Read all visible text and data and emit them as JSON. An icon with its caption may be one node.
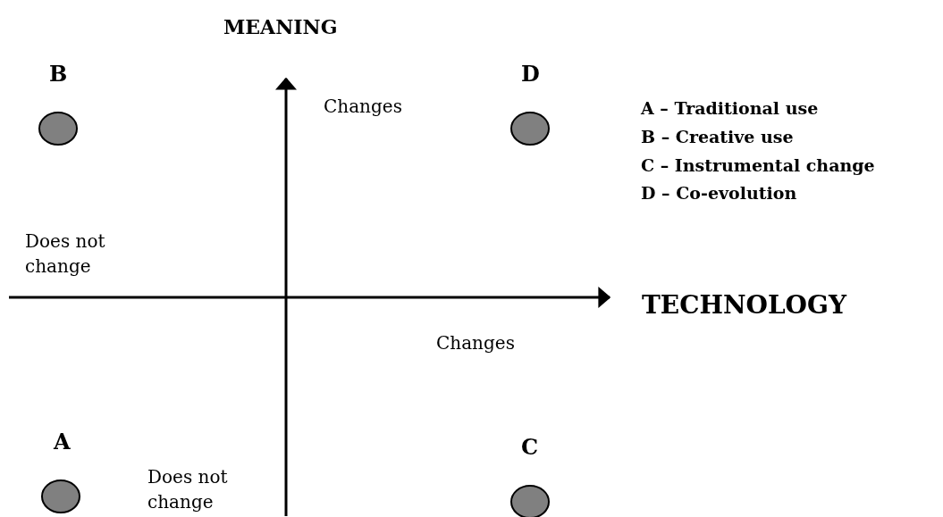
{
  "diagram": {
    "nodes": [
      {
        "text": [
          "B"
        ]
      },
      {
        "text": [
          "D"
        ]
      },
      {
        "text": [
          "A"
        ]
      },
      {
        "text": [
          "C"
        ]
      }
    ],
    "labels": [
      "MEANING",
      "Changes",
      "A – Traditional use",
      "B – Creative use",
      "C – Instrumental change",
      "D – Co-evolution",
      "Does not change",
      "TECHNOLOGY",
      "Changes",
      "Does not change"
    ]
  }
}
